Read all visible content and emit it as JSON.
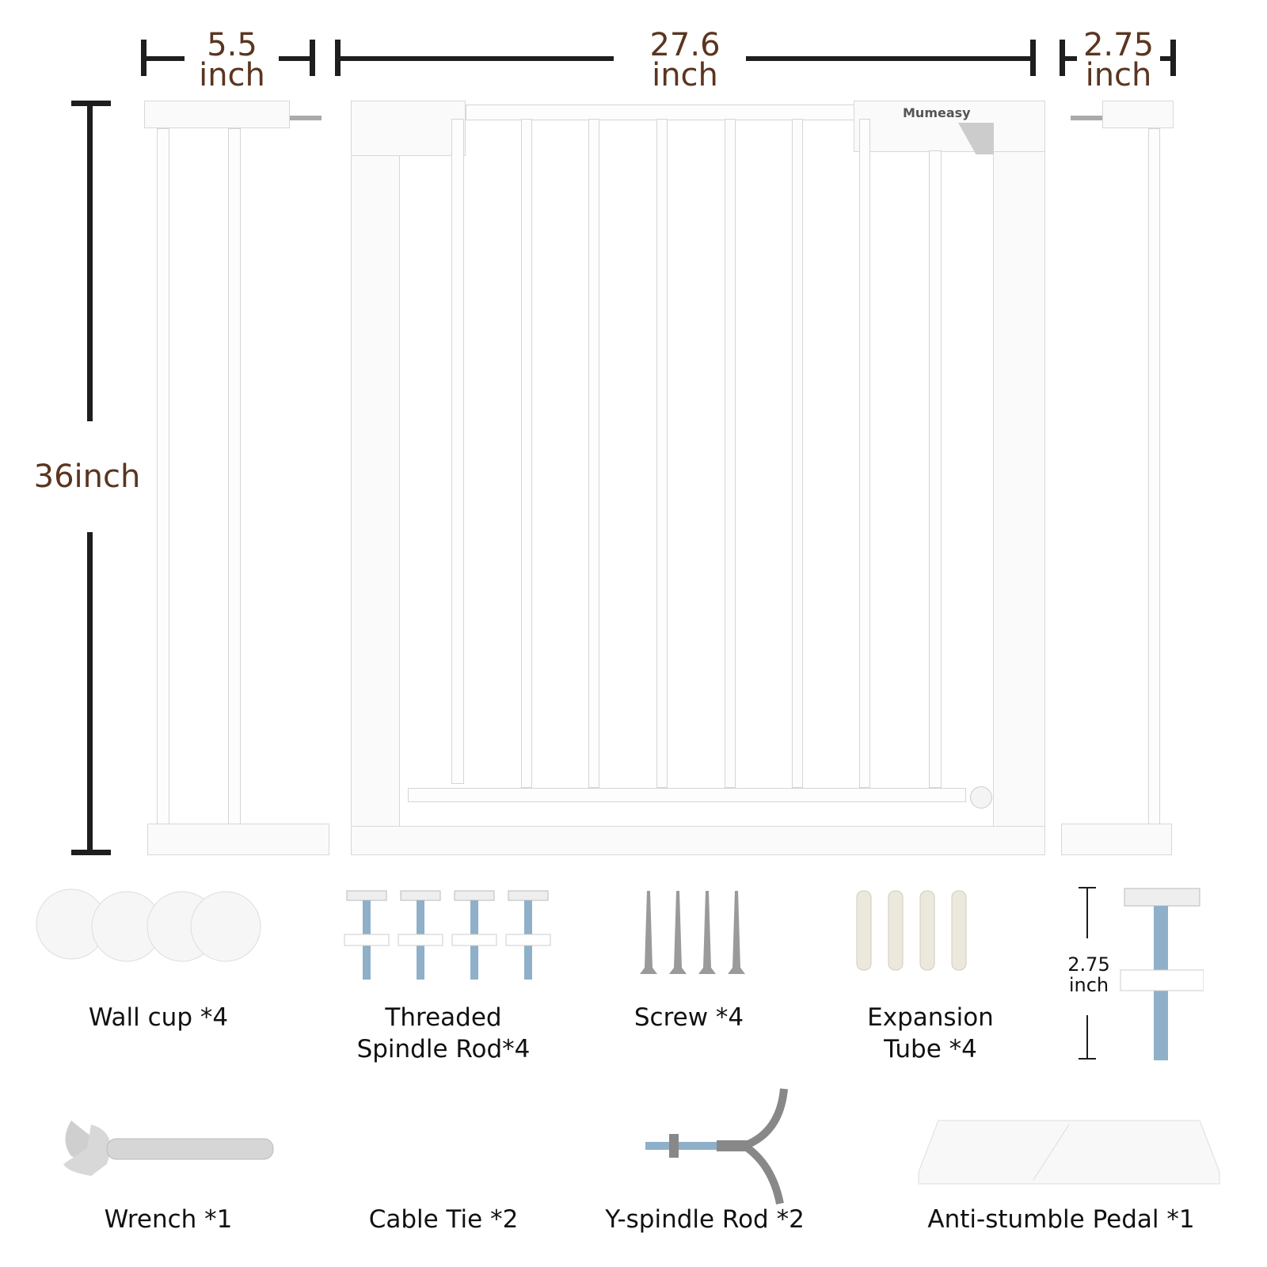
{
  "dimensions": {
    "ext_left": {
      "value": "5.5",
      "unit": "inch"
    },
    "gate_width": {
      "value": "27.6",
      "unit": "inch"
    },
    "ext_right": {
      "value": "2.75",
      "unit": "inch"
    },
    "height": "36inch",
    "rod_length": {
      "value": "2.75",
      "unit": "inch"
    }
  },
  "brand": "Mumeasy",
  "parts": [
    {
      "label": "Wall cup *4"
    },
    {
      "label": "Threaded\nSpindle Rod*4",
      "line1": "Threaded",
      "line2": "Spindle Rod*4"
    },
    {
      "label": "Screw *4"
    },
    {
      "label": "Expansion\nTube *4",
      "line1": "Expansion",
      "line2": "Tube *4"
    },
    {
      "label": "Wrench *1"
    },
    {
      "label": "Cable Tie *2"
    },
    {
      "label": "Y-spindle Rod *2"
    },
    {
      "label": "Anti-stumble Pedal *1"
    }
  ],
  "colors": {
    "dimension_text": "#5a3520",
    "dimension_line": "#1e1e1e"
  }
}
